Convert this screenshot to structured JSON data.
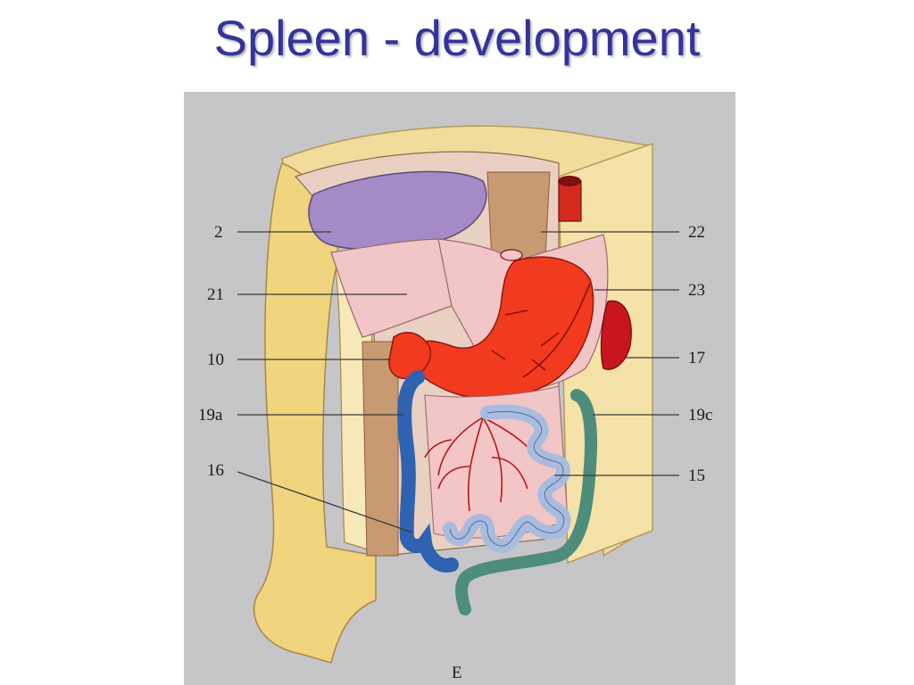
{
  "slide": {
    "title": "Spleen - development"
  },
  "diagram": {
    "panel_letter": "E",
    "labels": {
      "left": [
        "2",
        "21",
        "10",
        "19a",
        "16"
      ],
      "right": [
        "22",
        "23",
        "17",
        "19c",
        "15"
      ]
    },
    "colors": {
      "background": "#c6c6c8",
      "body_wall": "#f2dc9c",
      "stomach": "#f23a1e",
      "mesentery": "#f2c6c6",
      "liver_cavity": "#a48ac6",
      "spleen": "#c8151f",
      "duodenum": "#2f62b0",
      "colon": "#4e8c7c",
      "small_intestine": "#a8bce0",
      "aorta_column": "#c89a72"
    }
  }
}
